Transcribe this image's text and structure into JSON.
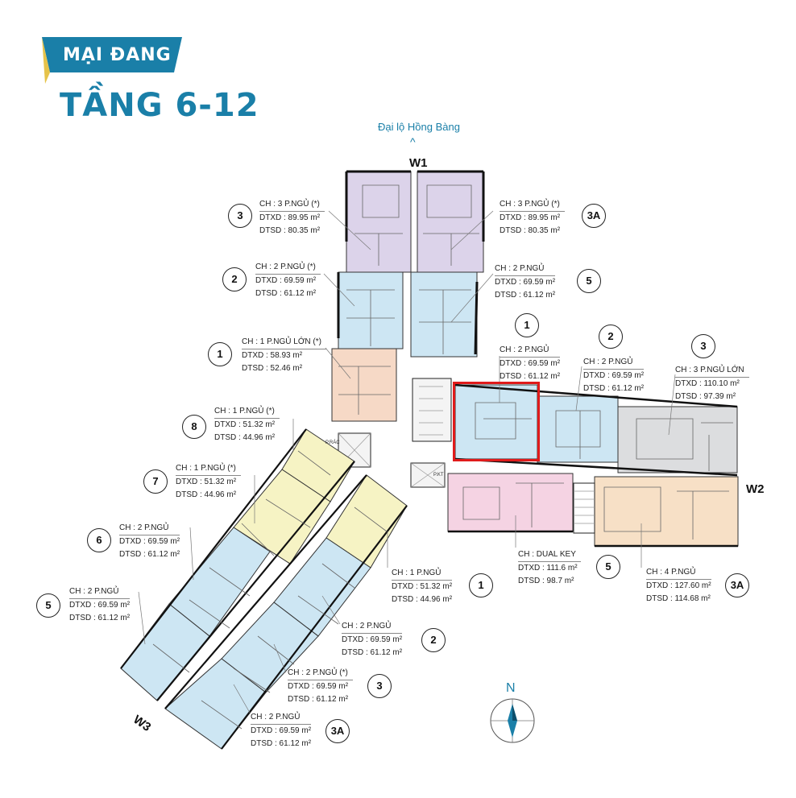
{
  "header": {
    "brand": "MẠI ĐANG",
    "floor": "TẦNG 6-12",
    "road": "Đại lộ Hồng Bàng",
    "road_arrow": "^"
  },
  "colors": {
    "purple": "#dcd3ea",
    "blue": "#cde6f3",
    "peach": "#f6d9c6",
    "yellow": "#f6f3c4",
    "gray": "#dcdddf",
    "pink": "#f5d3e3",
    "orange": "#f7e0c6",
    "teal": "#1a7fa8",
    "highlight": "#e01b1b"
  },
  "wings": {
    "w1": "W1",
    "w2": "W2",
    "w3": "W3"
  },
  "compass": {
    "label": "N"
  },
  "service": {
    "p_rac": "P.RÁC",
    "p_ky": "P.KT"
  },
  "units": [
    {
      "n": "3",
      "l1": "CH : 3 P.NGỦ (*)",
      "l2": "DTXD : 89.95 m²",
      "l3": "DTSD : 80.35 m²"
    },
    {
      "n": "3A",
      "l1": "CH : 3 P.NGỦ (*)",
      "l2": "DTXD :  89.95 m²",
      "l3": "DTSD :  80.35 m²"
    },
    {
      "n": "2",
      "l1": "CH : 2 P.NGỦ (*)",
      "l2": "DTXD : 69.59 m²",
      "l3": "DTSD :  61.12 m²"
    },
    {
      "n": "5",
      "l1": "CH : 2 P.NGỦ",
      "l2": "DTXD :  69.59 m²",
      "l3": "DTSD :  61.12 m²"
    },
    {
      "n": "1",
      "l1": "CH : 1 P.NGỦ LỚN (*)",
      "l2": "DTXD : 58.93 m²",
      "l3": "DTSD : 52.46 m²"
    },
    {
      "n": "1",
      "l1": "CH : 2 P.NGỦ",
      "l2": "DTXD : 69.59 m²",
      "l3": "DTSD :  61.12 m²"
    },
    {
      "n": "2",
      "l1": "CH : 2 P.NGỦ",
      "l2": "DTXD : 69.59 m²",
      "l3": "DTSD :  61.12 m²"
    },
    {
      "n": "3",
      "l1": "CH : 3 P.NGỦ LỚN",
      "l2": "DTXD : 110.10 m²",
      "l3": "DTSD :  97.39 m²"
    },
    {
      "n": "8",
      "l1": "CH : 1 P.NGỦ (*)",
      "l2": "DTXD :  51.32 m²",
      "l3": "DTSD : 44.96 m²"
    },
    {
      "n": "7",
      "l1": "CH : 1 P.NGỦ (*)",
      "l2": "DTXD :  51.32 m²",
      "l3": "DTSD : 44.96 m²"
    },
    {
      "n": "6",
      "l1": "CH : 2 P.NGỦ",
      "l2": "DTXD : 69.59 m²",
      "l3": "DTSD :  61.12 m²"
    },
    {
      "n": "5",
      "l1": "CH : 2 P.NGỦ",
      "l2": "DTXD : 69.59 m²",
      "l3": "DTSD :  61.12 m²"
    },
    {
      "n": "1",
      "l1": "CH : 1 P.NGỦ",
      "l2": "DTXD :  51.32 m²",
      "l3": "DTSD : 44.96 m²"
    },
    {
      "n": "5",
      "l1": "CH : DUAL KEY",
      "l2": "DTXD :  111.6 m²",
      "l3": "DTSD :   98.7 m²"
    },
    {
      "n": "3A",
      "l1": "CH : 4 P.NGỦ",
      "l2": "DTXD : 127.60 m²",
      "l3": "DTSD : 114.68 m²"
    },
    {
      "n": "2",
      "l1": "CH : 2 P.NGỦ",
      "l2": "DTXD : 69.59 m²",
      "l3": "DTSD :  61.12 m²"
    },
    {
      "n": "3",
      "l1": "CH : 2 P.NGỦ (*)",
      "l2": "DTXD : 69.59 m²",
      "l3": "DTSD :  61.12 m²"
    },
    {
      "n": "3A",
      "l1": "CH : 2 P.NGỦ",
      "l2": "DTXD : 69.59 m²",
      "l3": "DTSD :  61.12 m²"
    }
  ]
}
